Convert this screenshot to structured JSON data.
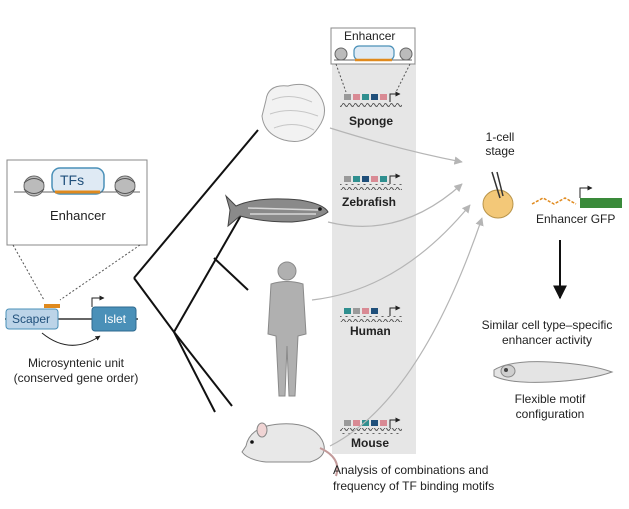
{
  "left_panel": {
    "tf_label": "TFs",
    "enhancer_label": "Enhancer",
    "scaper_label": "Scaper",
    "islet_label": "Islet",
    "microsyntenic_line1": "Microsyntenic unit",
    "microsyntenic_line2": "(conserved gene order)"
  },
  "top_inset": {
    "enhancer_label": "Enhancer"
  },
  "species": [
    {
      "name": "Sponge"
    },
    {
      "name": "Zebrafish"
    },
    {
      "name": "Human"
    },
    {
      "name": "Mouse"
    }
  ],
  "analysis_line1": "Analysis of combinations and",
  "analysis_line2": "frequency of TF binding motifs",
  "right_panel": {
    "stage_line1": "1-cell",
    "stage_line2": "stage",
    "enhancer_gfp": "Enhancer GFP",
    "similar_line1": "Similar cell type–specific",
    "similar_line2": "enhancer activity",
    "flexible_line1": "Flexible motif",
    "flexible_line2": "configuration"
  },
  "colors": {
    "accent_blue": "#4a90b8",
    "enhancer_orange": "#e08a1e",
    "gfp_green": "#3a8a3a",
    "column_gray": "#e6e6e6",
    "motif_teal": "#2f8f8f",
    "motif_navy": "#1f4f7a",
    "motif_pink": "#d98a94",
    "motif_gray": "#9a9a9a"
  }
}
